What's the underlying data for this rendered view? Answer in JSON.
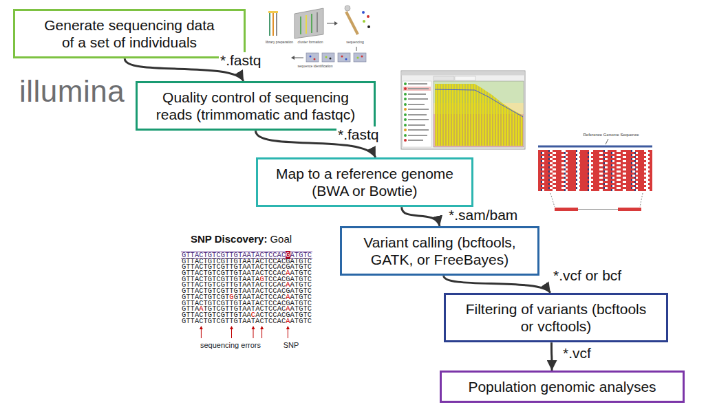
{
  "diagram": {
    "nodes": [
      {
        "text": [
          "Generate sequencing data of a set of individuals"
        ]
      },
      {
        "text": [
          "Quality control of sequencing reads (trimmomatic and fastqc)"
        ]
      },
      {
        "text": [
          "Map to a reference genome (BWA or Bowtie)"
        ]
      },
      {
        "text": [
          "Variant calling (bcftools, GATK, or FreeBayes)"
        ]
      },
      {
        "text": [
          "Filtering of variants (bcftools or vcftools)"
        ]
      },
      {
        "text": [
          "Population genomic analyses"
        ]
      }
    ],
    "edges": [
      {
        "from": 0,
        "to": 1,
        "label": "*.fastq",
        "arrow": "to"
      },
      {
        "from": 1,
        "to": 2,
        "label": "*.fastq",
        "arrow": "to"
      },
      {
        "from": 2,
        "to": 3,
        "label": "*.sam/bam",
        "arrow": "to"
      },
      {
        "from": 3,
        "to": 4,
        "label": "*.vcf or bcf",
        "arrow": "to"
      },
      {
        "from": 4,
        "to": 5,
        "label": "*.vcf",
        "arrow": "to"
      }
    ],
    "labels": [
      "illumina",
      "library preparation",
      "cluster formation",
      "sequencing",
      "sequence identification",
      "Reference Genome Sequence",
      "SNP Discovery:",
      "Goal",
      "GTTACTGTCGTTGTAATACTCCACGATGTC",
      "GTTACTGTCGTTGTAATACTCCACGATGTC",
      "GTTACTGTCGTTGTAATACTCCACGATGTC",
      "GTTACTGTCGTTGTAATACTCCACAATGTC",
      "GTTACTGTCGTTGTAATAGTCCACGATGTC",
      "GTTACTGTCGTTGTAATACTCCACAATGTC",
      "GTTACTGTCGTTGTAATACTCCACGATGTC",
      "GTTACTGTCGTGGTAATACTCCACAATGTC",
      "GTTACTGTCGTTGTAATACTCCACGATGTC",
      "GTTAATGTCGTTGTAATACTCCACAATGTC",
      "GTTACTGTCGTTGTAACACTCCACGATGTC",
      "GTTACTGTCGTTGTAATACTCCACAATGTC",
      "sequencing errors",
      "SNP"
    ]
  }
}
